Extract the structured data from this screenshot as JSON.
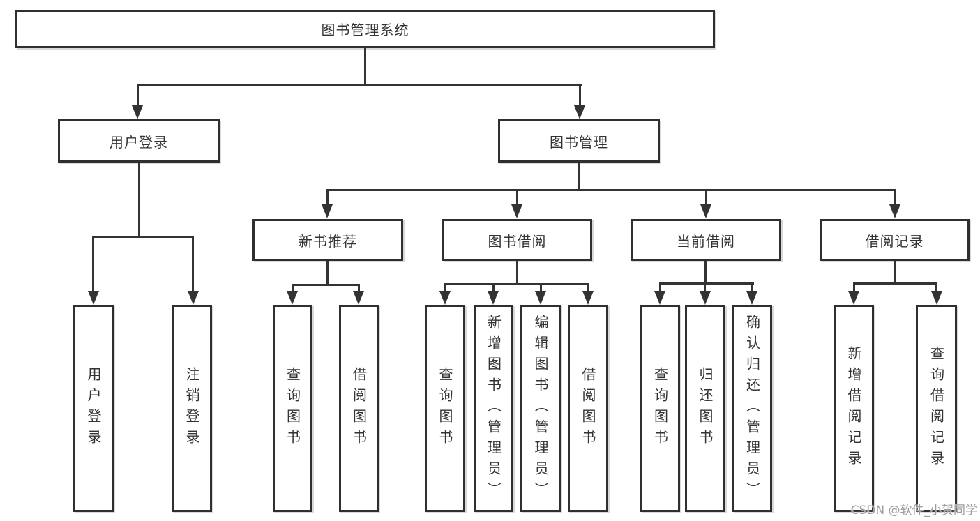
{
  "nodes": {
    "root": "图书管理系统",
    "user_login": "用户登录",
    "book_management": "图书管理",
    "new_book_recommend": "新书推荐",
    "book_borrow": "图书借阅",
    "current_borrow": "当前借阅",
    "borrow_records": "借阅记录",
    "leaf_user_login": "用户登录",
    "leaf_logout": "注销登录",
    "leaf_query_book_recommend": "查询图书",
    "leaf_borrow_book_recommend": "借阅图书",
    "leaf_query_book_borrow": "查询图书",
    "leaf_add_book_admin": "新增图书（管理员）",
    "leaf_edit_book_admin": "编辑图书（管理员）",
    "leaf_borrow_book_borrow": "借阅图书",
    "leaf_query_book_current": "查询图书",
    "leaf_return_book": "归还图书",
    "leaf_confirm_return_admin": "确认归还（管理员）",
    "leaf_add_borrow_record": "新增借阅记录",
    "leaf_query_borrow_record": "查询借阅记录"
  },
  "watermark": "CSDN @软件_小贺同学",
  "colors": {
    "line": "#333333",
    "box_border": "#2f2f2f",
    "text": "#333333",
    "watermark": "#9d9d9d",
    "background": "#ffffff"
  }
}
